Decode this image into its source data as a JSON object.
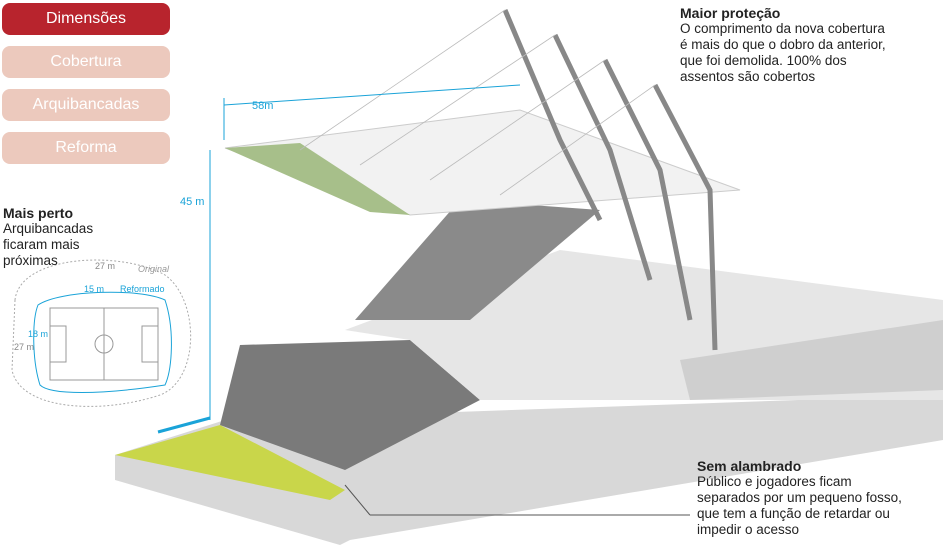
{
  "tabs": [
    {
      "label": "Dimensões",
      "active": true
    },
    {
      "label": "Cobertura"
    },
    {
      "label": "Arquibancadas"
    },
    {
      "label": "Reforma"
    }
  ],
  "notes": {
    "cover": {
      "title": "Maior proteção",
      "text": "O comprimento da nova cobertura é mais do que o dobro da anterior, que foi demolida. 100% dos assentos são cobertos"
    },
    "closer": {
      "title": "Mais perto",
      "text": "Arquibancadas ficaram mais próximas"
    },
    "fence": {
      "title": "Sem alambrado",
      "text": "Público e jogadores ficam separados por um pequeno fosso, que tem a função de retardar ou impedir o acesso"
    }
  },
  "dimensions": {
    "length": "58m",
    "height": "45 m"
  },
  "field_diagram": {
    "original": "Original",
    "reformed": "Reformado",
    "orig_top": "27 m",
    "ref_top": "15 m",
    "ref_side": "18 m",
    "orig_side": "27 m"
  },
  "colors": {
    "accent": "#b8242d",
    "tab_inactive": "#ecc9bd",
    "measure": "#1aa3d8"
  }
}
